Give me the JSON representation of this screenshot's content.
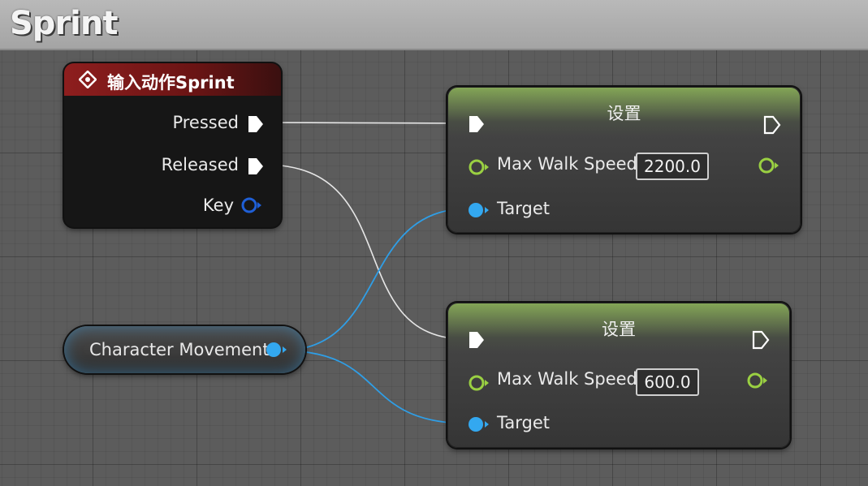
{
  "graph_title": "Sprint",
  "event_node": {
    "title": "输入动作Sprint",
    "pins": {
      "pressed": "Pressed",
      "released": "Released",
      "key": "Key"
    }
  },
  "set_nodes": [
    {
      "title": "设置",
      "property": "Max Walk Speed",
      "value": "2200.0",
      "target": "Target"
    },
    {
      "title": "设置",
      "property": "Max Walk Speed",
      "value": "600.0",
      "target": "Target"
    }
  ],
  "variable_node": {
    "label": "Character Movement"
  },
  "colors": {
    "exec_pin": "#ffffff",
    "object_pin": "#33a8f0",
    "float_pin": "#9ad042",
    "struct_pin": "#1f5fd6",
    "event_header": "#8e1e1e",
    "set_header": "#96c35a"
  }
}
